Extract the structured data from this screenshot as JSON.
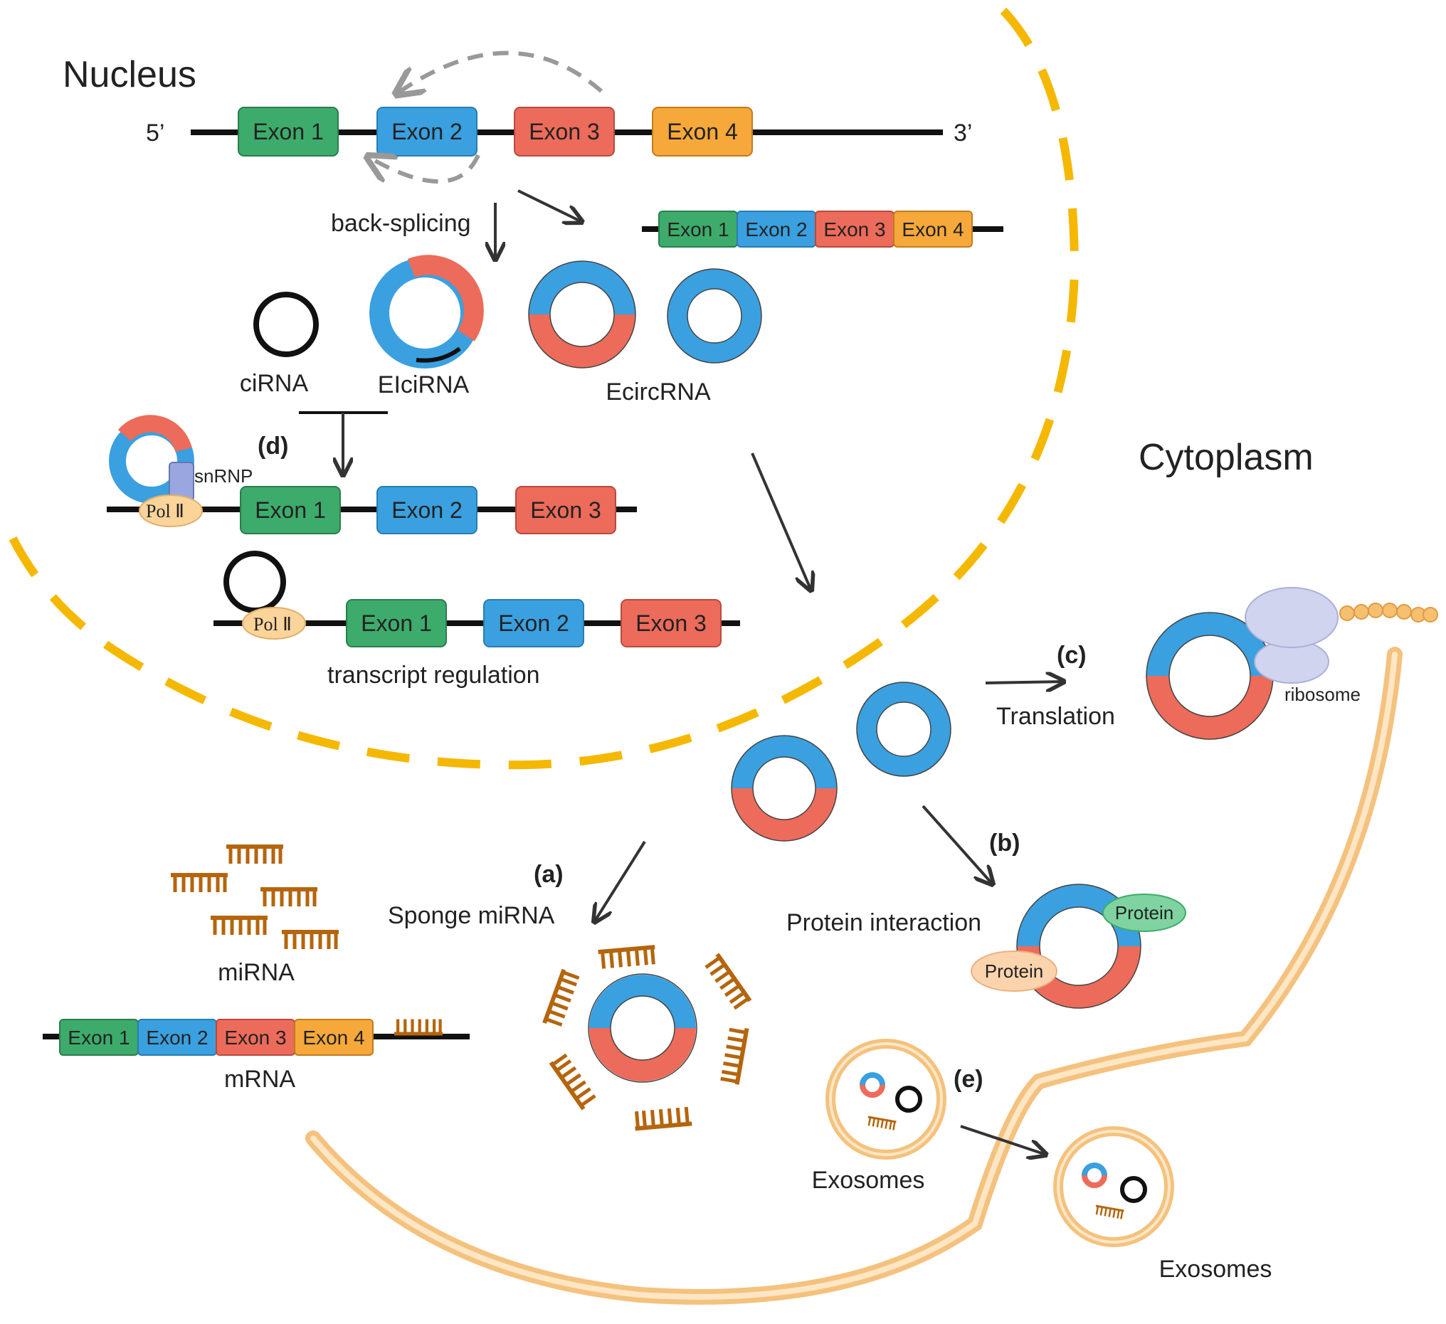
{
  "colors": {
    "exon1": "#3dab6b",
    "exon2": "#3aa0e0",
    "exon3": "#ec6b5a",
    "exon4": "#f6a83a",
    "membrane": "#f5b800",
    "cell_membrane": "#f4c27e",
    "mirna": "#b5650d",
    "ribosome": "#d0d4ee",
    "protein_green": "#7fd3a0",
    "protein_peach": "#fbd4ae",
    "polii": "#fbd49a",
    "snrnp": "#9aa6e0"
  },
  "labels": {
    "nucleus": "Nucleus",
    "cytoplasm": "Cytoplasm",
    "five_prime": "5’",
    "three_prime": "3’",
    "back_splicing": "back-splicing",
    "cirna": "ciRNA",
    "elcirna": "EIciRNA",
    "ecircrna": "EcircRNA",
    "tag_d": "(d)",
    "tag_c": "(c)",
    "tag_b": "(b)",
    "tag_a": "(a)",
    "tag_e": "(e)",
    "snrnp": "snRNP",
    "pol_ii": "Pol Ⅱ",
    "transcript_regulation": "transcript regulation",
    "translation": "Translation",
    "ribosome": "ribosome",
    "protein_interaction": "Protein interaction",
    "protein": "Protein",
    "sponge_mirna": "Sponge miRNA",
    "mirna": "miRNA",
    "mrna": "mRNA",
    "exosomes": "Exosomes"
  },
  "exons": {
    "e1": "Exon 1",
    "e2": "Exon 2",
    "e3": "Exon 3",
    "e4": "Exon 4"
  }
}
